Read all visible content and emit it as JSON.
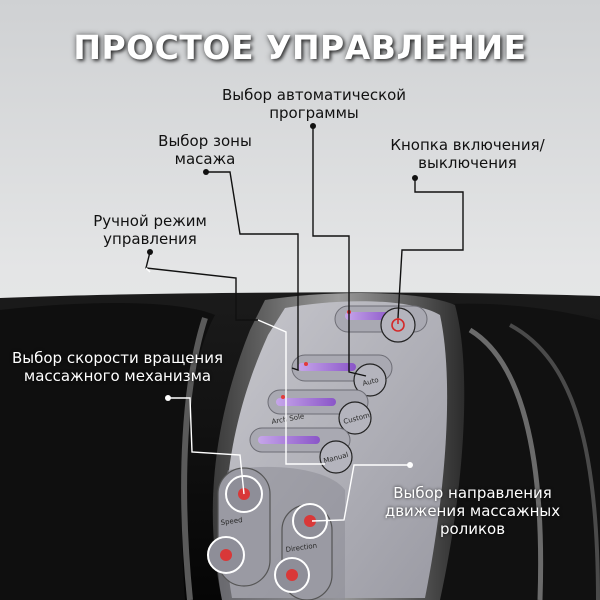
{
  "title": "ПРОСТОЕ УПРАВЛЕНИЕ",
  "labels": {
    "auto_program": "Выбор автоматической программы",
    "zone_select": "Выбор зоны масажа",
    "power_button": "Кнопка включения/выключения",
    "manual_mode": "Ручной режим управления",
    "speed": "Выбор скорости вращения массажного механизма",
    "direction": "Выбор направления движения массажных роликов"
  },
  "panel": {
    "buttons": [
      "Auto",
      "Custom",
      "Manual",
      "Speed",
      "Direction"
    ],
    "zone_labels": "Arch  Sole"
  },
  "colors": {
    "accent": "#d93838",
    "slider": "#8a55c8"
  }
}
